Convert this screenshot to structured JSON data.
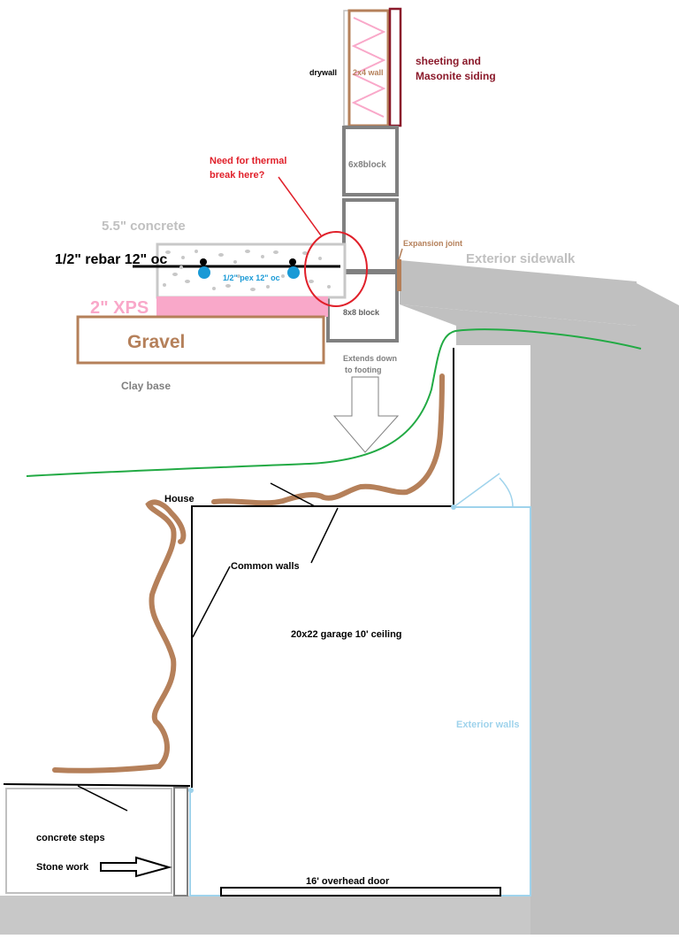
{
  "section": {
    "drywall": "drywall",
    "wall_2x4": "2x4 wall",
    "sheeting_line1": "sheeting and",
    "sheeting_line2": "Masonite siding",
    "block_6x8": "6x8block",
    "thermal_q_line1": "Need for thermal",
    "thermal_q_line2": "break here?",
    "concrete": "5.5\" concrete",
    "rebar": "1/2\" rebar 12\" oc",
    "pex": "1/2\" pex 12\" oc",
    "xps": "2\" XPS",
    "gravel": "Gravel",
    "block_8x8": "8x8 block",
    "expansion_joint": "Expansion joint",
    "exterior_sidewalk": "Exterior sidewalk",
    "clay_base": "Clay base",
    "extends_line1": "Extends down",
    "extends_line2": "to footing"
  },
  "plan": {
    "house": "House",
    "common_walls": "Common walls",
    "garage": "20x22 garage 10' ceiling",
    "exterior_walls": "Exterior walls",
    "concrete_steps": "concrete steps",
    "stone_work": "Stone work",
    "overhead_door": "16' overhead door"
  },
  "colors": {
    "brown": "#b5805a",
    "pink": "#f9a8c9",
    "dark_red": "#8b1a2b",
    "red": "#e0202a",
    "light_grey": "#c0c0c0",
    "mid_grey": "#808080",
    "light_blue": "#9fd3ec",
    "pex_blue": "#1a9ad6",
    "green": "#22aa44"
  }
}
